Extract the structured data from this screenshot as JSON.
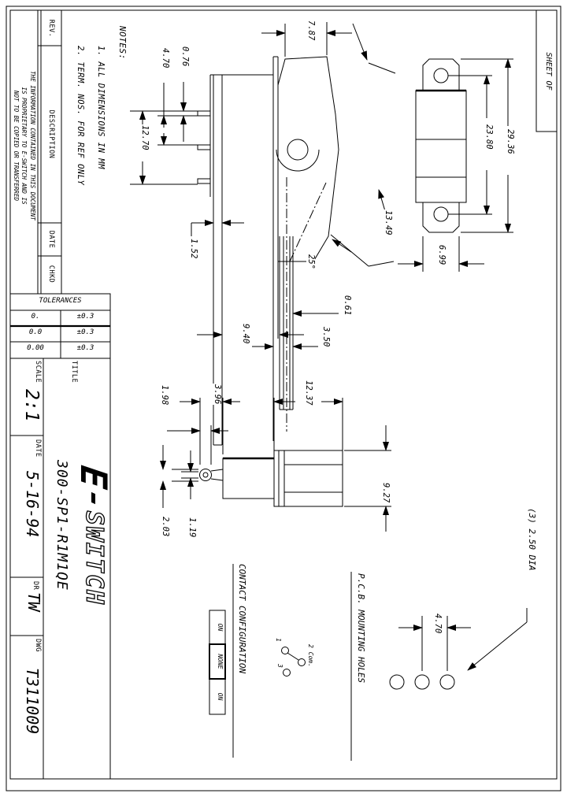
{
  "sheet": {
    "label": "SHEET   OF"
  },
  "disclaimer": {
    "line1": "THE INFORMATION CONTAINED IN THIS DOCUMENT",
    "line2": "IS PROPRIETARY TO E-SWITCH AND IS",
    "line3": "NOT TO BE COPIED OR TRANSFERRED"
  },
  "rev_table": {
    "rev": "REV.",
    "description": "DESCRIPTION",
    "date": "DATE",
    "chkd": "CHKD"
  },
  "notes": {
    "heading": "NOTES:",
    "note1": "1. ALL DIMENSIONS IN MM",
    "note2": "2. TERM. NOS. FOR REF ONLY"
  },
  "tolerances": {
    "heading": "TOLERANCES",
    "rows": [
      {
        "places": "0.",
        "tol": "±0.3"
      },
      {
        "places": "0.0",
        "tol": "±0.3"
      },
      {
        "places": "0.00",
        "tol": "±0.3"
      }
    ]
  },
  "title_block": {
    "title_label": "TITLE",
    "scale_label": "SCALE",
    "scale_value": "2:1",
    "date_label": "DATE",
    "date_value": "5-16-94",
    "dr_label": "DR",
    "dr_value": "TW",
    "dwg_label": "DWG",
    "dwg_value": "T311009",
    "part_number": "300-SP1-R1M1QE",
    "logo_e": "E",
    "logo_rest": "SWITCH"
  },
  "dims": {
    "d7_87": "7.87",
    "d0_76": "0.76",
    "d4_70": "4.70",
    "d12_70": "12.70",
    "d1_52": "1.52",
    "d13_49": "13.49",
    "d25": "25°",
    "d0_61": "0.61",
    "d3_50": "3.50",
    "d9_40": "9.40",
    "d29_36": "29.36",
    "d23_80": "23.80",
    "d6_99": "6.99",
    "d12_37": "12.37",
    "d3_96": "3.96",
    "d1_98": "1.98",
    "d9_27": "9.27",
    "d1_19": "1.19",
    "d2_03": "2.03",
    "pcb_4_70": "4.70"
  },
  "pcb": {
    "heading": "P.C.B. MOUNTING HOLES",
    "dia_note": "(3) 2.50 DIA"
  },
  "contact": {
    "heading": "CONTACT CONFIGURATION",
    "positions": [
      "ON",
      "NONE",
      "ON"
    ],
    "t1": "1",
    "t2": "2 Com.",
    "t3": "3"
  },
  "colors": {
    "line": "#000000",
    "paper": "#ffffff"
  }
}
